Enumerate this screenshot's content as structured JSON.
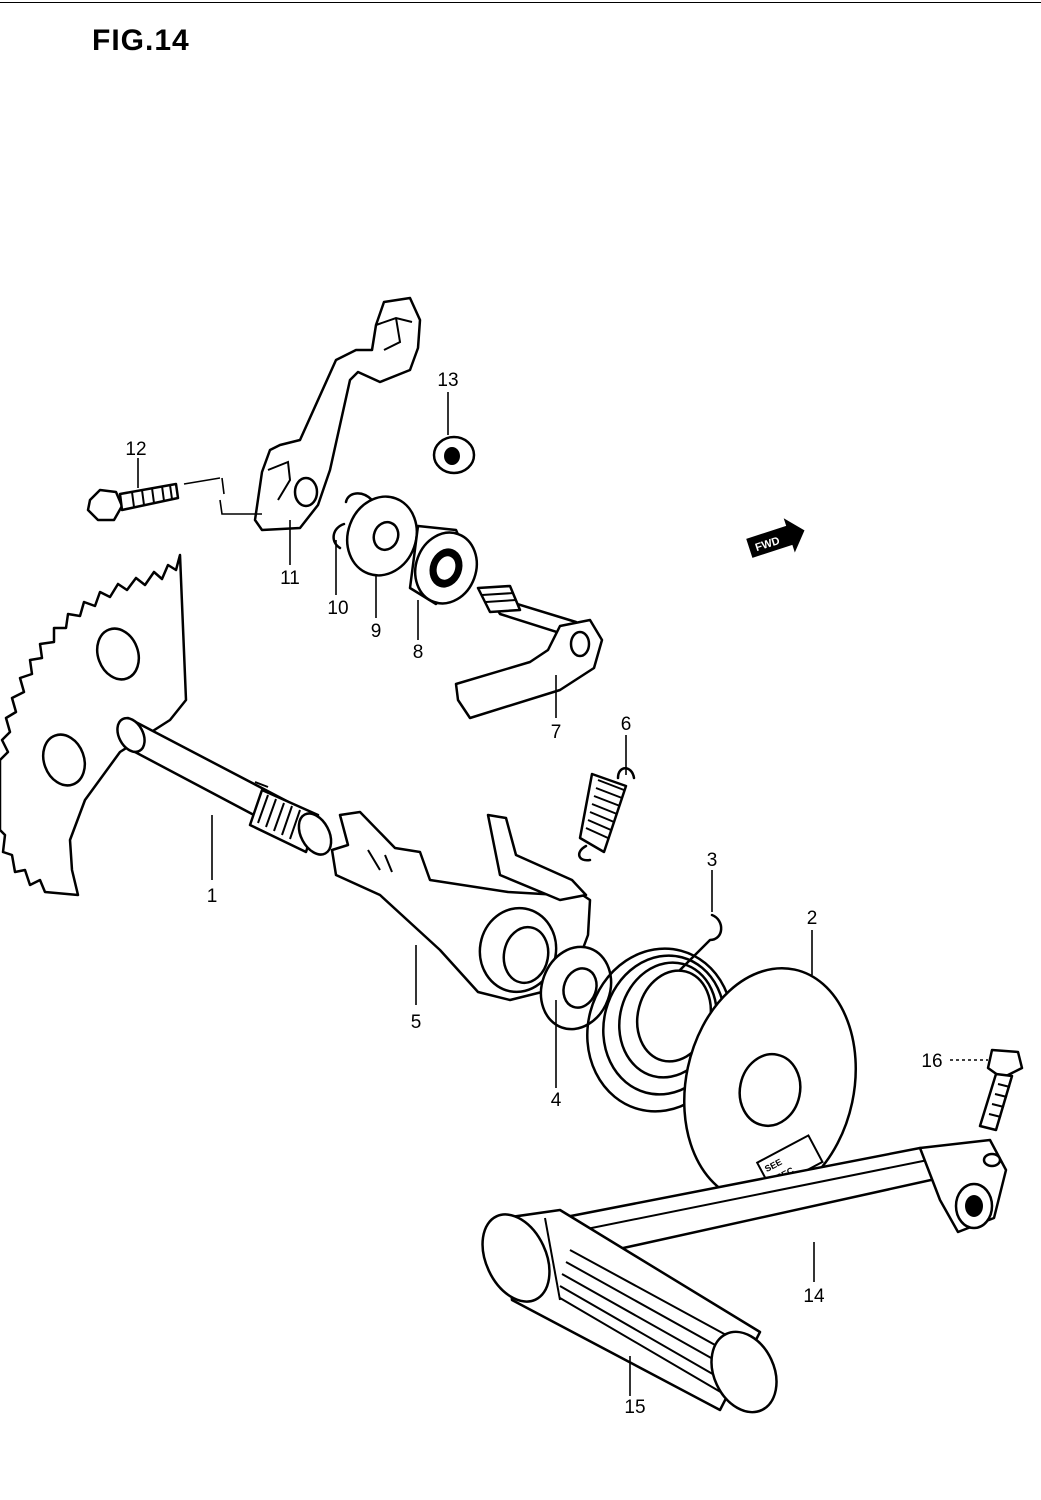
{
  "figure": {
    "title": "FIG.14"
  },
  "direction_marker": {
    "text": "FWD"
  },
  "part_stamp": {
    "line1": "SEE",
    "line2": "SPEC"
  },
  "callouts": [
    {
      "id": "1",
      "label": "1"
    },
    {
      "id": "2",
      "label": "2"
    },
    {
      "id": "3",
      "label": "3"
    },
    {
      "id": "4",
      "label": "4"
    },
    {
      "id": "5",
      "label": "5"
    },
    {
      "id": "6",
      "label": "6"
    },
    {
      "id": "7",
      "label": "7"
    },
    {
      "id": "8",
      "label": "8"
    },
    {
      "id": "9",
      "label": "9"
    },
    {
      "id": "10",
      "label": "10"
    },
    {
      "id": "11",
      "label": "11"
    },
    {
      "id": "12",
      "label": "12"
    },
    {
      "id": "13",
      "label": "13"
    },
    {
      "id": "14",
      "label": "14"
    },
    {
      "id": "15",
      "label": "15"
    },
    {
      "id": "16",
      "label": "16"
    }
  ]
}
